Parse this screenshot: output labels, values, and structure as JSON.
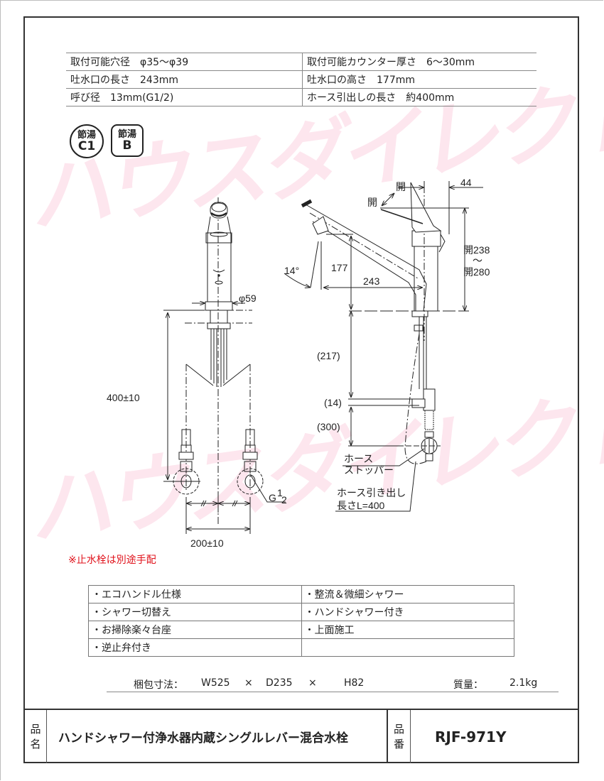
{
  "watermark": {
    "text": "ハウスダイレクトさくら",
    "color": "#fde6ee"
  },
  "specs": [
    {
      "left": "取付可能穴径　φ35～φ39",
      "right": "取付可能カウンター厚さ　6～30mm"
    },
    {
      "left": "吐水口の長さ　243mm",
      "right": "吐水口の高さ　177mm"
    },
    {
      "left": "呼び径　13mm(G1/2)",
      "right": "ホース引出しの長さ　約400mm"
    }
  ],
  "badges": [
    {
      "top": "節湯",
      "bottom": "C1",
      "shape": "circle"
    },
    {
      "top": "節湯",
      "bottom": "B",
      "shape": "rounded-square"
    }
  ],
  "drawing": {
    "front_view": {
      "diameter": "φ59",
      "height": "400±10",
      "spacing": "200±10",
      "thread": "G",
      "thread_frac_num": "1",
      "thread_frac_den": "2"
    },
    "side_view": {
      "angle": "14°",
      "spout_height": "177",
      "spout_length": "243",
      "lever_offset": "44",
      "open_label_1": "開",
      "open_label_2": "開",
      "height_min": "開238",
      "range_mark": "～",
      "height_max": "開280",
      "dim_217": "(217)",
      "dim_14": "(14)",
      "dim_300": "(300)",
      "hose_stopper_line1": "ホース",
      "hose_stopper_line2": "ストッパー",
      "hose_pull_line1": "ホース引き出し",
      "hose_pull_line2": "長さL=400"
    }
  },
  "note": {
    "text": "※止水栓は別途手配",
    "color": "#e0121b"
  },
  "features": [
    [
      "・エコハンドル仕様",
      "・整流＆微細シャワー"
    ],
    [
      "・シャワー切替え",
      "・ハンドシャワー付き"
    ],
    [
      "・お掃除楽々台座",
      "・上面施工"
    ],
    [
      "・逆止弁付き",
      ""
    ]
  ],
  "packaging": {
    "label": "梱包寸法：",
    "w": "W525",
    "x1": "×",
    "d": "D235",
    "x2": "×",
    "h": "H82",
    "weight_label": "質量：",
    "weight": "2.1kg"
  },
  "footer": {
    "name_label_1": "品",
    "name_label_2": "名",
    "product_name": "ハンドシャワー付浄水器内蔵シングルレバー混合水栓",
    "code_label_1": "品",
    "code_label_2": "番",
    "product_code": "RJF-971Y"
  }
}
